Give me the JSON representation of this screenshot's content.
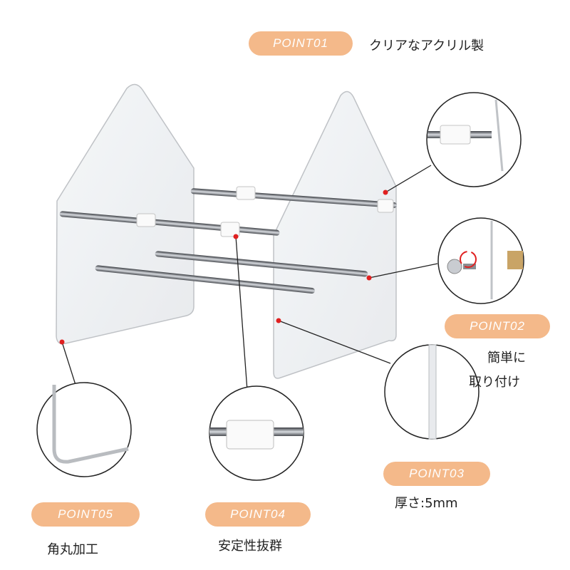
{
  "points": [
    {
      "badge": "POINT01",
      "caption": "クリアなアクリル製"
    },
    {
      "badge": "POINT02",
      "caption_line1": "簡単に",
      "caption_line2": "取り付け"
    },
    {
      "badge": "POINT03",
      "caption": "厚さ:5mm"
    },
    {
      "badge": "POINT04",
      "caption": "安定性抜群"
    },
    {
      "badge": "POINT05",
      "caption": "角丸加工"
    }
  ],
  "colors": {
    "badge": "#f4b98a",
    "marker": "#e02020",
    "acrylic_edge": "#b9bcc0",
    "rod": "#6b6f75"
  },
  "icons": [
    "acrylic-rack-product",
    "detail-zoom-circle",
    "red-marker-dot",
    "screw-assembly-icon"
  ]
}
